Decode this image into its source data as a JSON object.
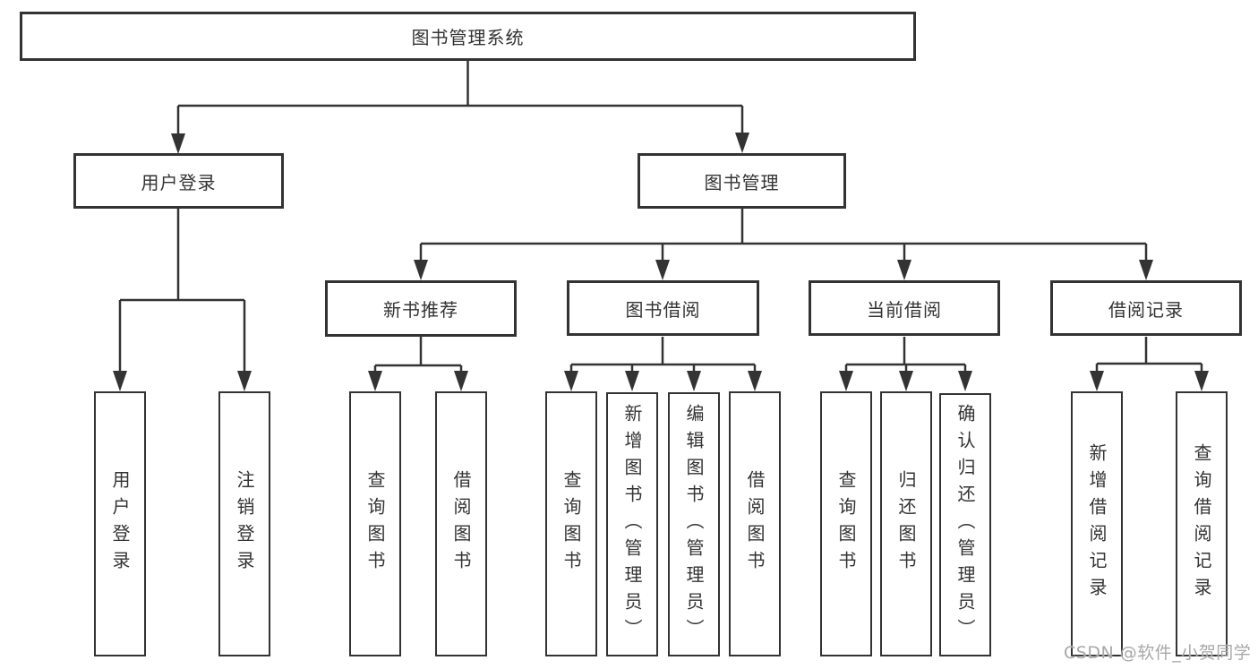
{
  "diagram_title": "图书管理系统",
  "colors": {
    "line": "#333333",
    "text": "#333333",
    "background": "#ffffff",
    "watermark": "#a8a8a8"
  },
  "tree": {
    "root": {
      "label": "图书管理系统"
    },
    "branches": [
      {
        "label": "用户登录",
        "children": [
          "用户登录",
          "注销登录"
        ]
      },
      {
        "label": "图书管理",
        "sections": [
          {
            "label": "新书推荐",
            "children": [
              "查询图书",
              "借阅图书"
            ]
          },
          {
            "label": "图书借阅",
            "children": [
              "查询图书",
              "新增图书（管理员）",
              "编辑图书（管理员）",
              "借阅图书"
            ]
          },
          {
            "label": "当前借阅",
            "children": [
              "查询图书",
              "归还图书",
              "确认归还（管理员）"
            ]
          },
          {
            "label": "借阅记录",
            "children": [
              "新增借阅记录",
              "查询借阅记录"
            ]
          }
        ]
      }
    ]
  },
  "watermark": {
    "text": "CSDN @软件_小贺同学"
  }
}
